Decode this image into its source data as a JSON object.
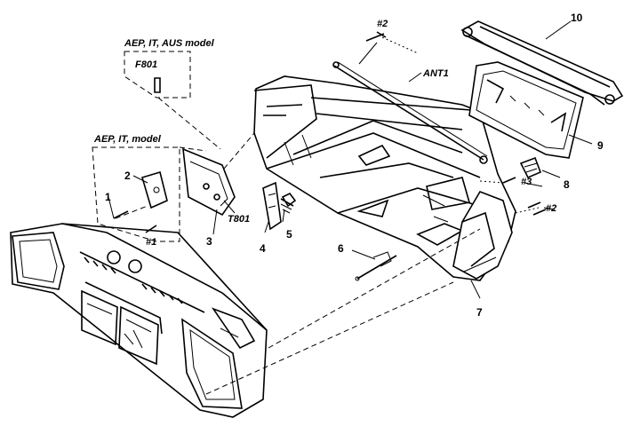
{
  "diagram": {
    "region_labels": {
      "aus_model": "AEP, IT, AUS model",
      "eu_model": "AEP, IT, model"
    },
    "parts": {
      "p1": "1",
      "p2": "2",
      "p3": "3",
      "p4": "4",
      "p5": "5",
      "p6": "6",
      "p7": "7",
      "p8": "8",
      "p9": "9",
      "p10": "10",
      "s1": "#1",
      "s2_top": "#2",
      "s2_right": "#2",
      "s3": "#3",
      "f801": "F801",
      "t801": "T801",
      "ant1": "ANT1"
    }
  }
}
